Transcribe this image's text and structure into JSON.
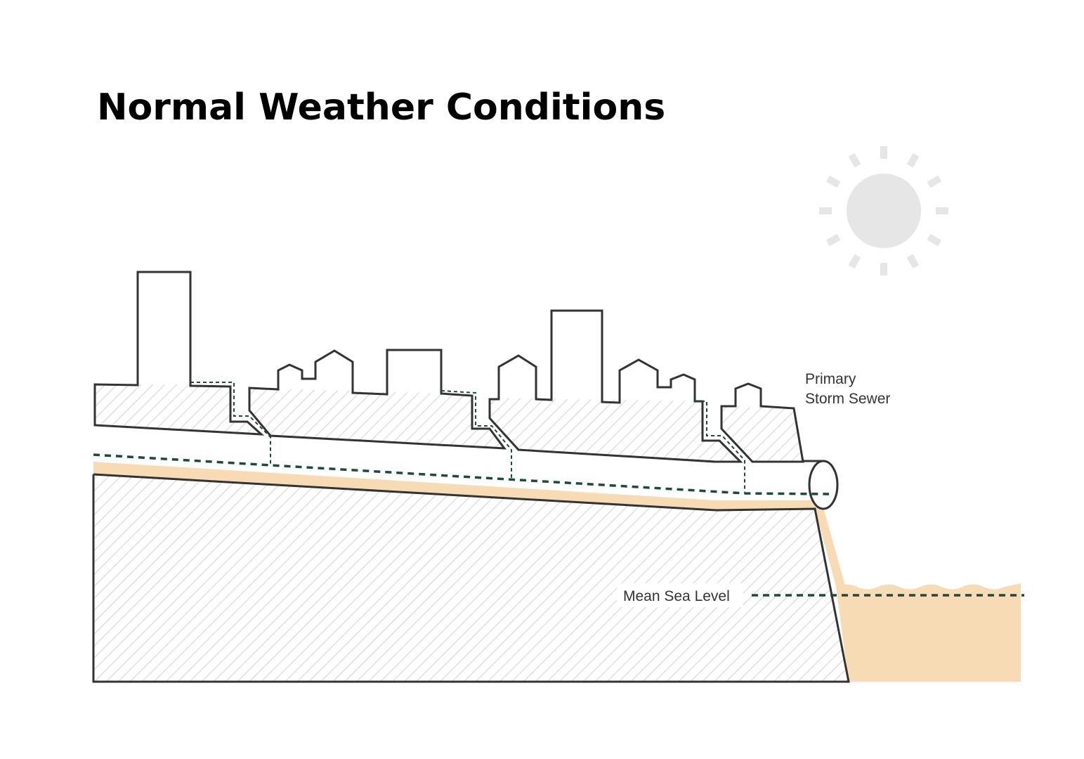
{
  "title": "Normal Weather Conditions",
  "labels": {
    "sewer_line1": "Primary",
    "sewer_line2": "Storm Sewer",
    "sea_level": "Mean Sea Level"
  },
  "colors": {
    "outline": "#333333",
    "hatch": "#e0e0e0",
    "sand_water": "#f7dbb5",
    "dashed_line": "#1c4a3d",
    "sun": "#e6e6e6"
  },
  "icons": {
    "sun": "sun-icon"
  }
}
